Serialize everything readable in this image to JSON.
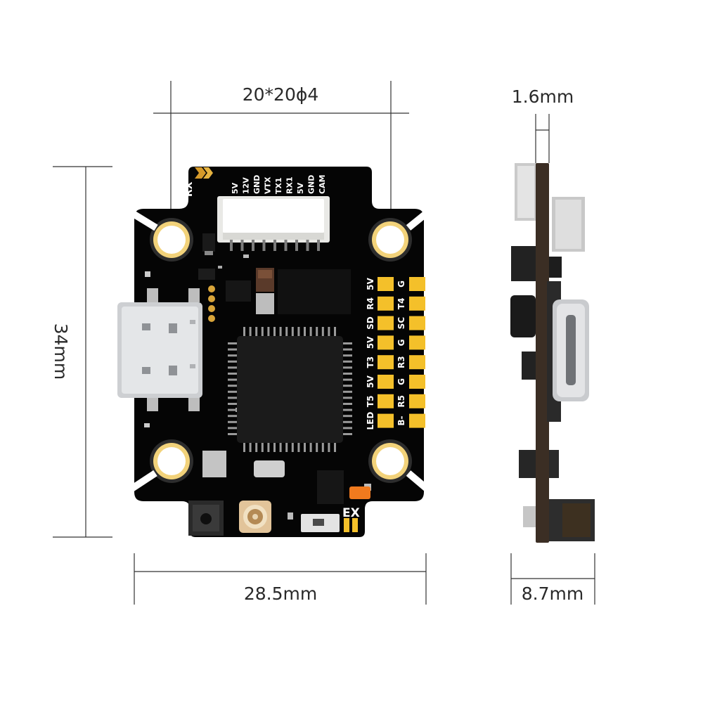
{
  "dimensions": {
    "mount_pattern": "20*20ϕ4",
    "height": "34mm",
    "width": "28.5mm",
    "thickness": "1.6mm",
    "depth": "8.7mm"
  },
  "board": {
    "rx_label": "RX",
    "ex_label": "EX",
    "top_connector_pins": [
      "5V",
      "12V",
      "GND",
      "VTX",
      "TX1",
      "RX1",
      "5V",
      "GND",
      "CAM"
    ],
    "pad_labels_inner": [
      "5V",
      "R4",
      "SD",
      "5V",
      "T3",
      "5V",
      "T5",
      "LED"
    ],
    "pad_labels_outer": [
      "G",
      "T4",
      "SC",
      "G",
      "R3",
      "G",
      "R5",
      "B-"
    ]
  },
  "colors": {
    "pcb": "#050505",
    "pad_gold": "#f4c02a",
    "mount_ring": "#f2d27a",
    "led_orange": "#f07a1e",
    "side_pcb": "#3b2e24"
  },
  "icons": {
    "usb": "usb-c-connector-icon",
    "antenna": "ufl-antenna-connector-icon",
    "button": "boot-button-icon"
  }
}
